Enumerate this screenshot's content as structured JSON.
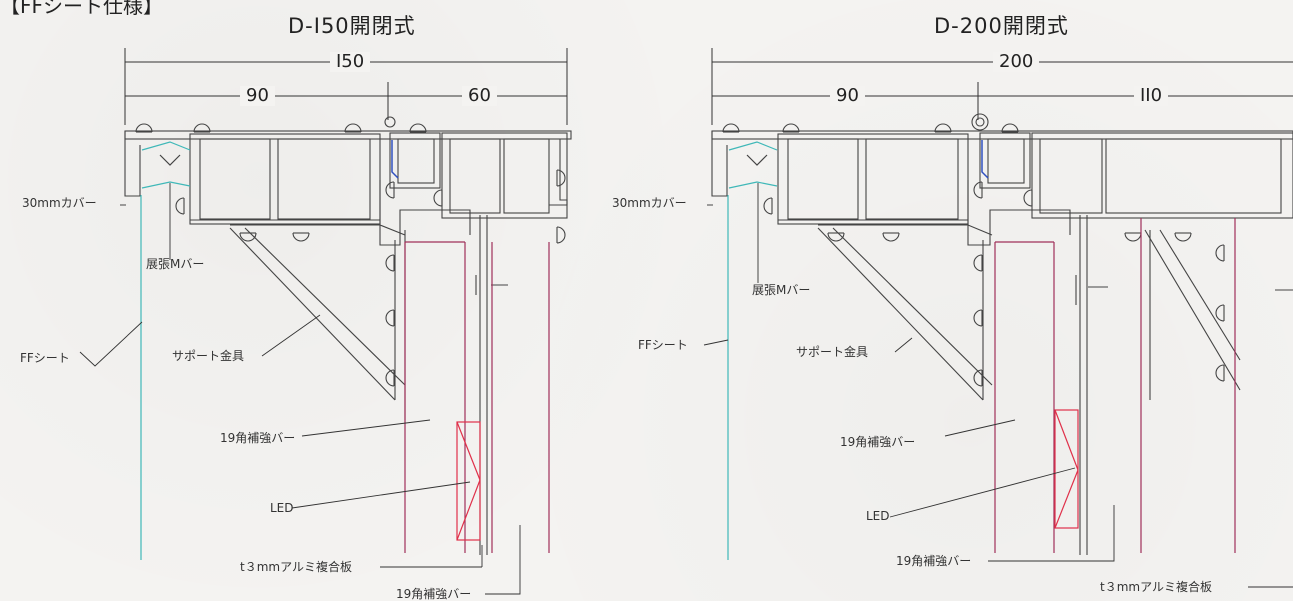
{
  "header_tag": "【FFシート仕様】",
  "left": {
    "title": "D-I50開閉式",
    "dims": {
      "total": "I50",
      "left": "90",
      "right": "60"
    },
    "labels": {
      "cover": "30mmカバー",
      "m_bar": "展張Mバー",
      "ff_sheet": "FFシート",
      "support": "サポート金具",
      "bar_19_a": "19角補強バー",
      "led": "LED",
      "panel": "t３mmアルミ複合板",
      "bar_19_b": "19角補強バー"
    }
  },
  "right": {
    "title": "D-200開閉式",
    "dims": {
      "total": "200",
      "left": "90",
      "right": "II0"
    },
    "labels": {
      "cover": "30mmカバー",
      "m_bar": "展張Mバー",
      "ff_sheet": "FFシート",
      "support": "サポート金具",
      "bar_19_a": "19角補強バー",
      "led": "LED",
      "bar_19_b": "19角補強バー",
      "panel": "t３mmアルミ複合板"
    }
  },
  "colors": {
    "line": "#444444",
    "sheet": "#3fb8b8",
    "magenta": "#a0305a",
    "led": "#e0304a",
    "blue": "#3050c0"
  }
}
